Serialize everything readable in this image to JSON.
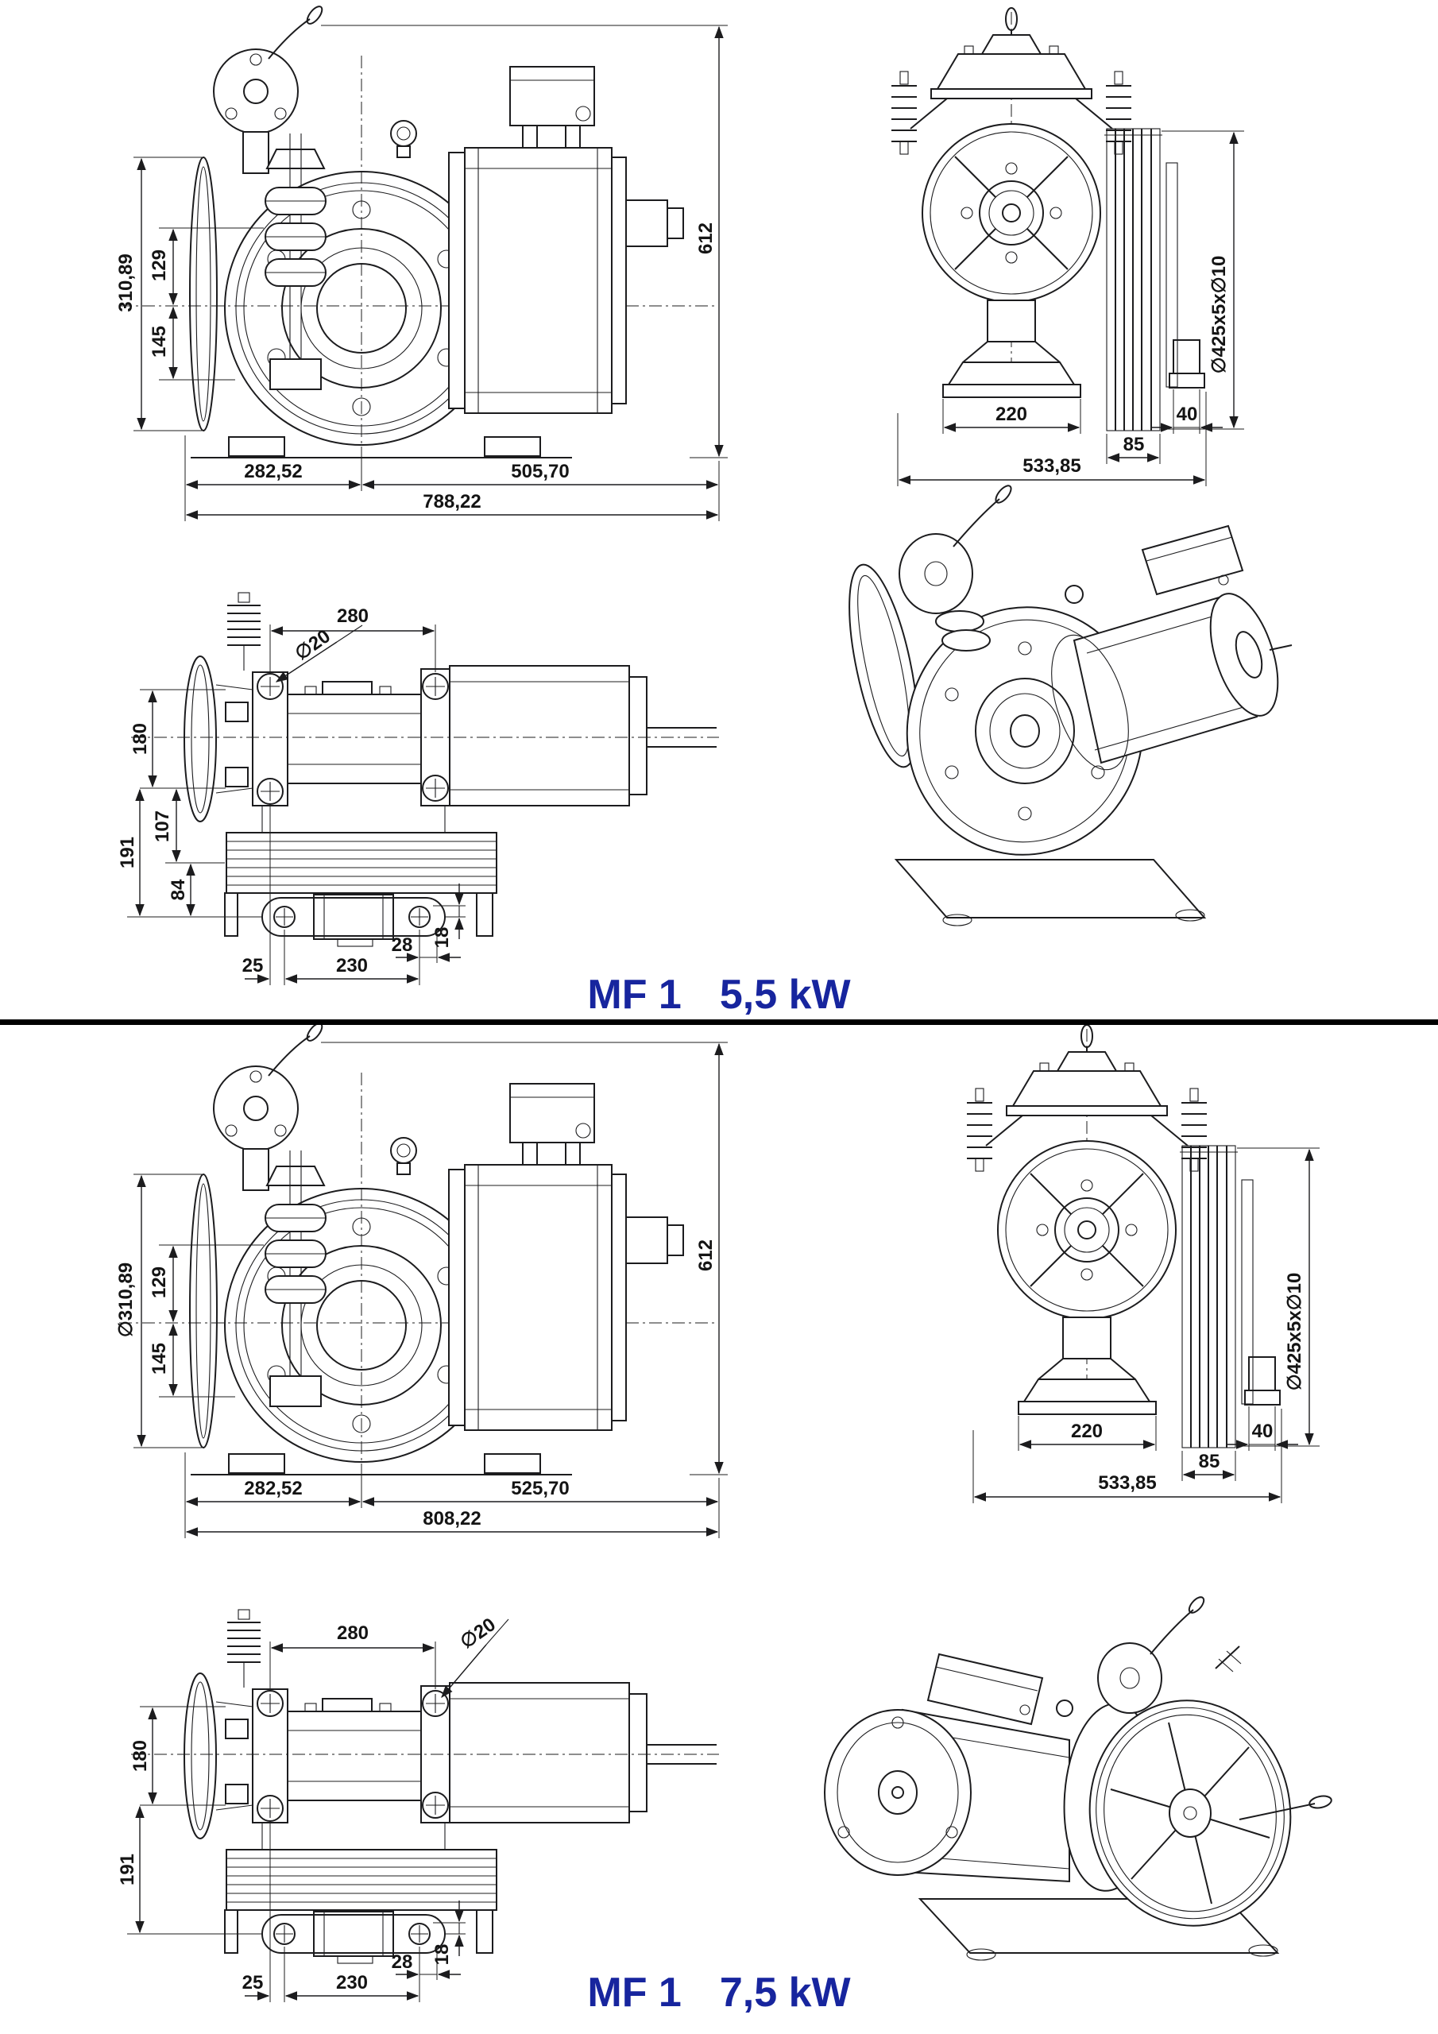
{
  "colors": {
    "line": "#1c1c1e",
    "caption": "#17259E",
    "background": "#ffffff"
  },
  "panels": [
    {
      "caption": {
        "model": "MF 1",
        "power": "5,5 kW"
      },
      "side": {
        "flywheel_diameter": "310,89",
        "pulley_offset": "129",
        "base_offset": "145",
        "height": "612",
        "center_to_left": "282,52",
        "center_to_right": "505,70",
        "total_length": "788,22"
      },
      "front": {
        "base_width": "220",
        "bracket_width": "40",
        "pulley_width": "85",
        "total_width": "533,85",
        "sheave_spec": "∅425x5x∅10"
      },
      "top": {
        "motor_width": "280",
        "hole_diameter": "∅20",
        "brake_width": "180",
        "sheave_offset": "107",
        "bracket_offset": "191",
        "slot_offset": "84",
        "edge_to_slot": "25",
        "slot_spacing": "230",
        "slot_inset": "28",
        "slot_height": "18"
      }
    },
    {
      "caption": {
        "model": "MF 1",
        "power": "7,5 kW"
      },
      "side": {
        "flywheel_diameter": "∅310,89",
        "pulley_offset": "129",
        "base_offset": "145",
        "height": "612",
        "center_to_left": "282,52",
        "center_to_right": "525,70",
        "total_length": "808,22"
      },
      "front": {
        "base_width": "220",
        "bracket_width": "40",
        "pulley_width": "85",
        "total_width": "533,85",
        "sheave_spec": "∅425x5x∅10"
      },
      "top": {
        "motor_width": "280",
        "hole_diameter": "∅20",
        "brake_width": "180",
        "bracket_offset": "191",
        "edge_to_slot": "25",
        "slot_spacing": "230",
        "slot_inset": "28",
        "slot_height": "18"
      }
    }
  ]
}
